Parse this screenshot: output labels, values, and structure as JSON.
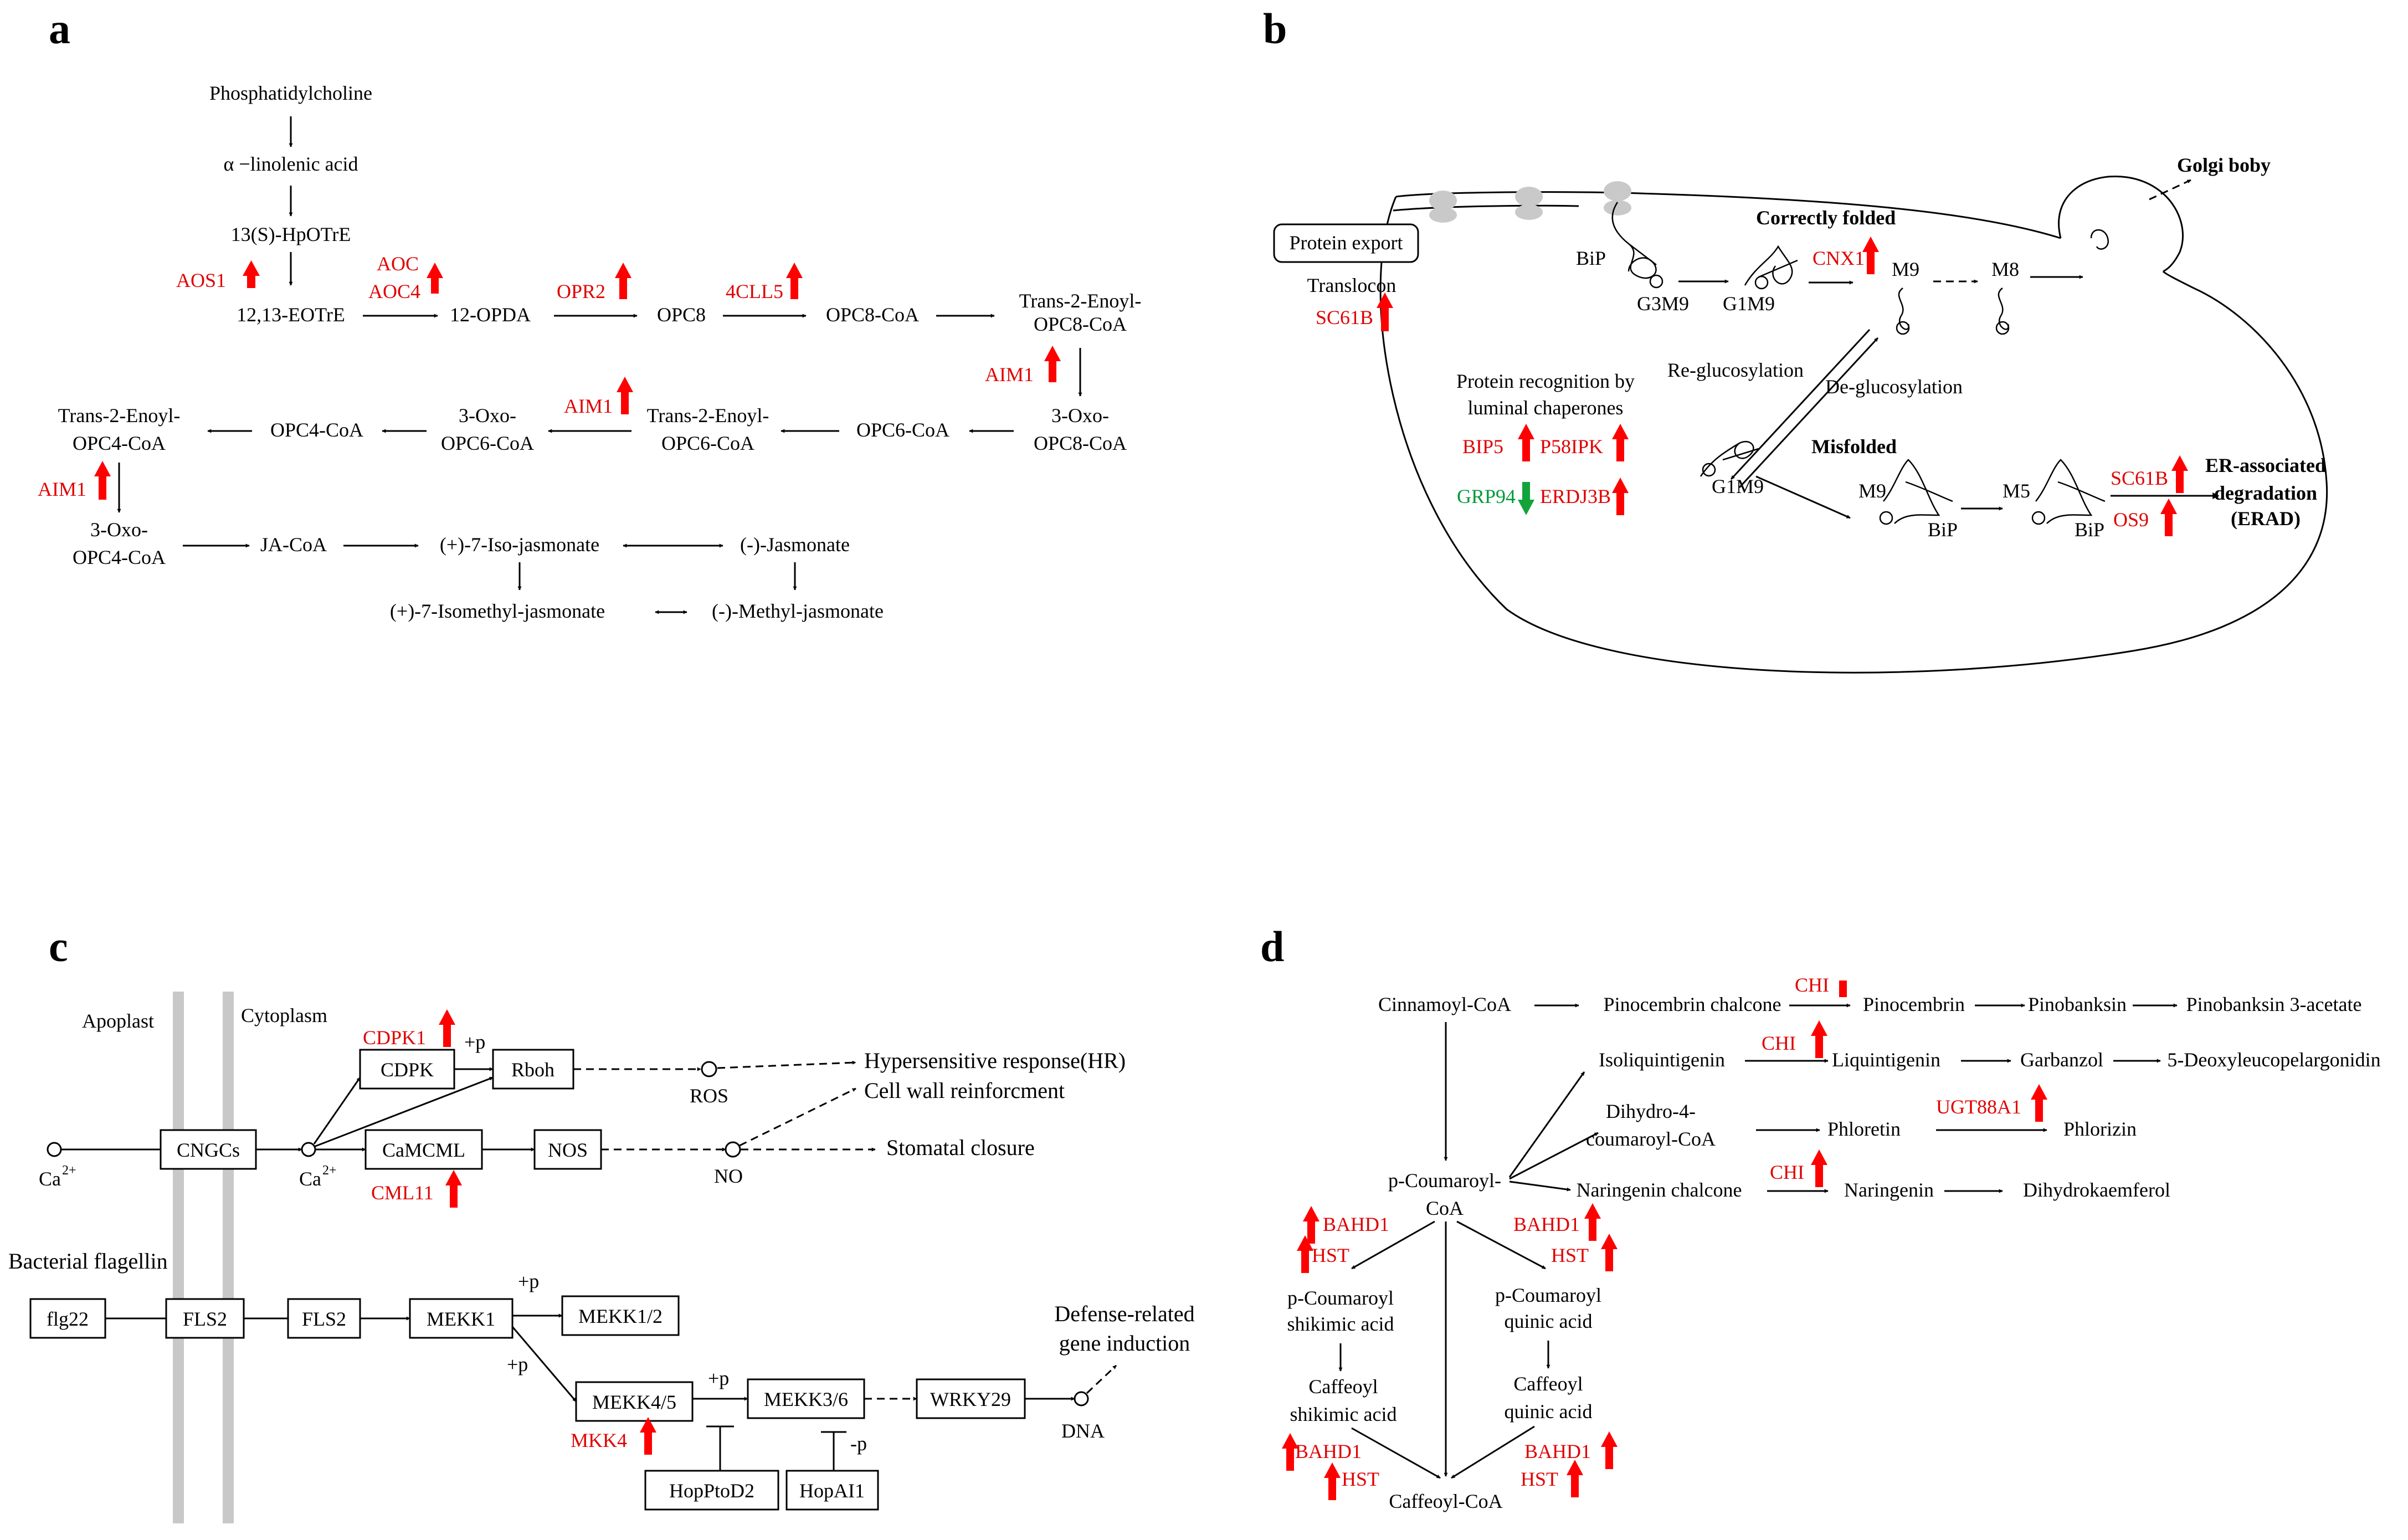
{
  "panel_a": {
    "letter": "a",
    "nodes": {
      "phosphatidylcholine": "Phosphatidylcholine",
      "alpha_linolenic": "α −linolenic acid",
      "hpotre": "13(S)-HpOTrE",
      "eotre": "12,13-EOTrE",
      "opda": "12-OPDA",
      "opc8": "OPC8",
      "opc8coa": "OPC8-CoA",
      "trans_opc8_1": "Trans-2-Enoyl-",
      "trans_opc8_2": "OPC8-CoA",
      "oxo_opc8_1": "3-Oxo-",
      "oxo_opc8_2": "OPC8-CoA",
      "opc6coa": "OPC6-CoA",
      "trans_opc6_1": "Trans-2-Enoyl-",
      "trans_opc6_2": "OPC6-CoA",
      "oxo_opc6_1": "3-Oxo-",
      "oxo_opc6_2": "OPC6-CoA",
      "opc4coa": "OPC4-CoA",
      "trans_opc4_1": "Trans-2-Enoyl-",
      "trans_opc4_2": "OPC4-CoA",
      "oxo_opc4_1": "3-Oxo-",
      "oxo_opc4_2": "OPC4-CoA",
      "jacoa": "JA-CoA",
      "iso_jasmonate": "(+)-7-Iso-jasmonate",
      "jasmonate": "(-)-Jasmonate",
      "isomethyl": "(+)-7-Isomethyl-jasmonate",
      "methyl": "(-)-Methyl-jasmonate"
    },
    "genes": {
      "aos1": "AOS1",
      "aoc": "AOC",
      "aoc4": "AOC4",
      "opr2": "OPR2",
      "cll5": "4CLL5",
      "aim1_a": "AIM1",
      "aim1_b": "AIM1",
      "aim1_c": "AIM1"
    }
  },
  "panel_b": {
    "letter": "b",
    "protein_export": "Protein export",
    "translocon": "Translocon",
    "sc61b_top": "SC61B",
    "bip_top": "BiP",
    "g3m9": "G3M9",
    "g1m9_top": "G1M9",
    "correctly_folded": "Correctly folded",
    "cnx1": "CNX1",
    "m9_top": "M9",
    "m8": "M8",
    "golgi": "Golgi boby",
    "re_glucosylation": "Re-glucosylation",
    "de_glucosylation": "De-glucosylation",
    "recognition_1": "Protein recognition by",
    "recognition_2": "luminal chaperones",
    "bip5": "BIP5",
    "p58ipk": "P58IPK",
    "grp94": "GRP94",
    "erdj3b": "ERDJ3B",
    "g1m9_bottom": "G1M9",
    "misfolded": "Misfolded",
    "m9_bottom": "M9",
    "bip_mid": "BiP",
    "m5": "M5",
    "bip_right": "BiP",
    "sc61b_right": "SC61B",
    "os9": "OS9",
    "erad_1": "ER-associated",
    "erad_2": "degradation",
    "erad_3": "(ERAD)"
  },
  "panel_c": {
    "letter": "c",
    "apoplast": "Apoplast",
    "cytoplasm": "Cytoplasm",
    "ca_left": "Ca",
    "ca_right": "Ca",
    "ca_superscript": "2+",
    "cngcs": "CNGCs",
    "cdpk1": "CDPK1",
    "cdpk": "CDPK",
    "plus_p_rboh": "+p",
    "rboh": "Rboh",
    "ros": "ROS",
    "hr": "Hypersensitive response(HR)",
    "cell_wall": "Cell wall reinforcment",
    "camcml": "CaMCML",
    "nos": "NOS",
    "no": "NO",
    "stomatal": "Stomatal closure",
    "cml11": "CML11",
    "bacterial": "Bacterial flagellin",
    "flg22": "flg22",
    "fls2_a": "FLS2",
    "fls2_b": "FLS2",
    "mekk1": "MEKK1",
    "plus_p_mekk12": "+p",
    "mekk12": "MEKK1/2",
    "plus_p_mekk45": "+p",
    "mekk45": "MEKK4/5",
    "plus_p_mekk36": "+p",
    "mekk36": "MEKK3/6",
    "wrky29": "WRKY29",
    "dna": "DNA",
    "defense_1": "Defense-related",
    "defense_2": "gene induction",
    "mkk4": "MKK4",
    "hopptod2": "HopPtoD2",
    "hopai1": "HopAI1",
    "minus_p": "-p"
  },
  "panel_d": {
    "letter": "d",
    "cinnamoyl": "Cinnamoyl-CoA",
    "pinocembrin_chalcone": "Pinocembrin chalcone",
    "chi_1": "CHI",
    "pinocembrin": "Pinocembrin",
    "pinobanksin": "Pinobanksin",
    "pinobanksin_acetate": "Pinobanksin 3-acetate",
    "isoliquintigenin": "Isoliquintigenin",
    "chi_2": "CHI",
    "liquintigenin": "Liquintigenin",
    "garbanzol": "Garbanzol",
    "deoxyleuco": "5-Deoxyleucopelargonidin",
    "dihydro_1": "Dihydro-4-",
    "dihydro_2": "coumaroyl-CoA",
    "phloretin": "Phloretin",
    "ugt88a1": "UGT88A1",
    "phlorizin": "Phlorizin",
    "p_coumaroyl_1": "p-Coumaroyl-",
    "p_coumaroyl_2": "CoA",
    "naringenin_chalcone": "Naringenin chalcone",
    "chi_3": "CHI",
    "naringenin": "Naringenin",
    "dihydrokaempferol": "Dihydrokaemferol",
    "bahd1_left": "BAHD1",
    "hst_left": "HST",
    "bahd1_right": "BAHD1",
    "hst_right": "HST",
    "pc_shikimic_1": "p-Coumaroyl",
    "pc_shikimic_2": "shikimic acid",
    "pc_quinic_1": "p-Coumaroyl",
    "pc_quinic_2": "quinic acid",
    "caf_shikimic_1": "Caffeoyl",
    "caf_shikimic_2": "shikimic acid",
    "caf_quinic_1": "Caffeoyl",
    "caf_quinic_2": "quinic acid",
    "bahd1_bl": "BAHD1",
    "hst_bl": "HST",
    "bahd1_br": "BAHD1",
    "hst_br": "HST",
    "caffeoyl_coa": "Caffeoyl-CoA"
  },
  "colors": {
    "up_regulated": "#ff0000",
    "down_regulated": "#12a43a",
    "membrane": "#c8c8c8"
  }
}
